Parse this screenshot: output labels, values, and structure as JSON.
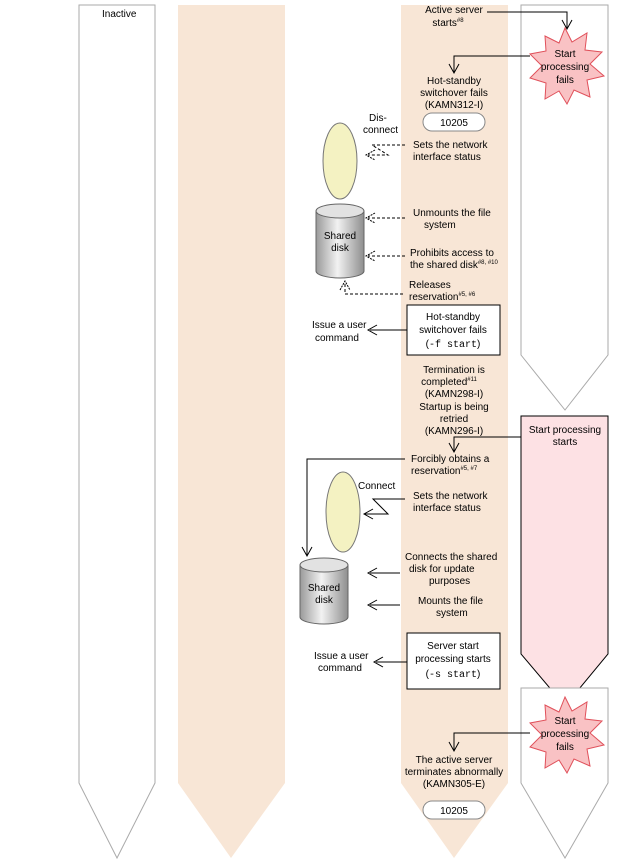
{
  "lanes": {
    "inactive_title": "Inactive"
  },
  "steps": {
    "active_start_1": "Active server",
    "active_start_2": "starts",
    "active_start_sup": "#8",
    "hs_fail_1": "Hot-standby",
    "hs_fail_2": "switchover fails",
    "hs_fail_3": "(KAMN312-I)",
    "code_top": "10205",
    "disconnect_1": "Dis-",
    "disconnect_2": "connect",
    "net_status_1": "Sets the network",
    "net_status_2": "interface status",
    "shared_disk_1": "Shared",
    "shared_disk_2": "disk",
    "unmount_1": "Unmounts the file",
    "unmount_2": "system",
    "prohibit_1": "Prohibits access to",
    "prohibit_2": "the shared disk",
    "prohibit_sup": "#8, #10",
    "release_1": "Releases",
    "release_2": "reservation",
    "release_sup": "#5, #6",
    "box1_1": "Hot-standby",
    "box1_2": "switchover fails",
    "box1_3a": "(",
    "box1_3b": "-f start",
    "box1_3c": ")",
    "user_cmd1_1": "Issue a user",
    "user_cmd1_2": "command",
    "term_1": "Termination is",
    "term_2": "completed",
    "term_sup": "#11",
    "term_3": "(KAMN298-I)",
    "retry_1": "Startup is being",
    "retry_2": "retried",
    "retry_3": "(KAMN296-I)",
    "obtain_1": "Forcibly obtains a",
    "obtain_2": "reservation",
    "obtain_sup": "#5, #7",
    "connect": "Connect",
    "net_status2_1": "Sets the network",
    "net_status2_2": "interface status",
    "connect_disk_1": "Connects the shared",
    "connect_disk_2": "disk for update",
    "connect_disk_3": "purposes",
    "shared_disk2_1": "Shared",
    "shared_disk2_2": "disk",
    "mount_1": "Mounts the file",
    "mount_2": "system",
    "box2_1": "Server start",
    "box2_2": "processing starts",
    "box2_3a": "(",
    "box2_3b": "-s start",
    "box2_3c": ")",
    "user_cmd2_1": "Issue a user",
    "user_cmd2_2": "command",
    "abn_1": "The active server",
    "abn_2": "terminates abnormally",
    "abn_3": "(KAMN305-E)",
    "code_bottom": "10205"
  },
  "standby": {
    "fail1_1": "Start",
    "fail1_2": "processing",
    "fail1_3": "fails",
    "start_proc_1": "Start processing",
    "start_proc_2": "starts",
    "fail2_1": "Start",
    "fail2_2": "processing",
    "fail2_3": "fails"
  },
  "colors": {
    "lane_tan": "#f8e6d6",
    "lane_pink": "#fde1e4",
    "burst_fill": "#f9c2c4",
    "burst_stroke": "#e0505a",
    "ellipse_fill": "#f4f2c2",
    "lane_stroke": "#aaaaaa"
  }
}
